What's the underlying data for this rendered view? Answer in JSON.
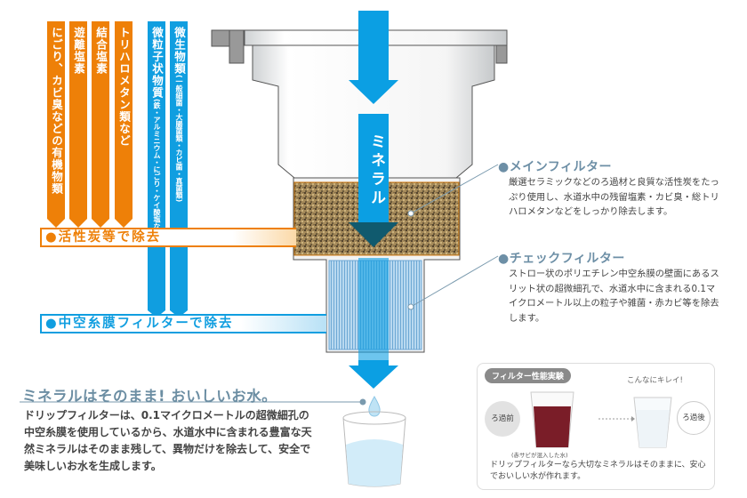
{
  "removal_columns_orange": [
    {
      "label": "にごり、カビ臭などの有機物類"
    },
    {
      "label": "遊離塩素"
    },
    {
      "label": "結合塩素"
    },
    {
      "label": "トリハロメタン類など"
    }
  ],
  "removal_columns_blue": [
    {
      "label": "微粒子状物質",
      "note": "(鉄・アルミニウム・にごり・ケイ酸塩など)"
    },
    {
      "label": "微生物類",
      "note": "(一般細菌・大腸菌類・カビ菌・真菌類)"
    }
  ],
  "banners": {
    "carbon": "●活性炭等で除去",
    "membrane": "●中空糸膜フィルターで除去"
  },
  "arrow_label": "ミネラル",
  "main_filter": {
    "title": "●メインフィルター",
    "text": "厳選セラミックなどのろ過材と良質な活性炭をたっぷり使用し、水道水中の残留塩素・カビ臭・総トリハロメタンなどをしっかり除去します。"
  },
  "check_filter": {
    "title": "●チェックフィルター",
    "text": "ストロー状のポリエチレン中空糸膜の壁面にあるスリット状の超微細孔で、水道水中に含まれる0.1マイクロメートル以上の粒子や雑菌・赤カビ等を除去します。"
  },
  "headline": "ミネラルはそのまま! おいしいお水。",
  "body": "ドリップフィルターは、0.1マイクロメートルの超微細孔の中空糸膜を使用しているから、水道水中に含まれる豊富な天然ミネラルはそのまま残して、異物だけを除去して、安全で美味しいお水を生成します。",
  "experiment": {
    "tag": "フィルター性能実験",
    "before": "ろ過前",
    "after": "ろ過後",
    "clean": "こんなにキレイ!",
    "caption": "(赤サビが混入した水)",
    "text": "ドリップフィルターなら大切なミネラルはそのままに、安心でおいしい水が作れます。"
  },
  "colors": {
    "orange": "#ee8008",
    "blue": "#109ee0",
    "title_gray_blue": "#6d8fa6"
  }
}
